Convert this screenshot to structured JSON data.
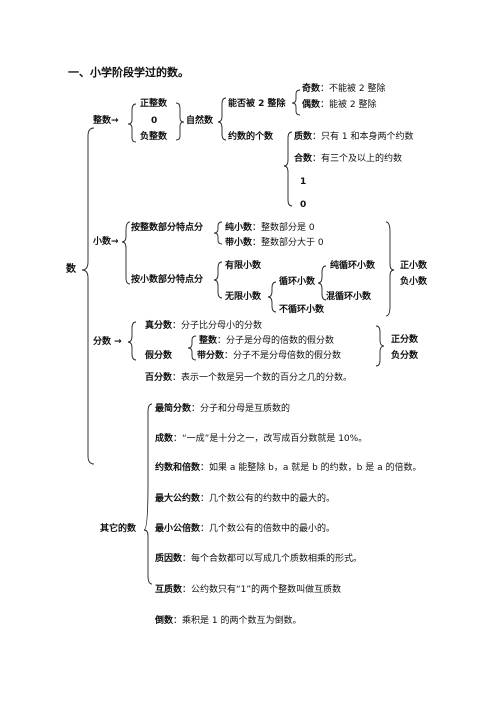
{
  "title": "一、小学阶段学过的数。",
  "root": "数",
  "integers": {
    "label": "整数",
    "positive": "正整数",
    "zero": "0",
    "negative": "负整数",
    "natural": "自然数",
    "div2": "能否被 2 整除",
    "odd_label": "奇数",
    "odd_desc": "：不能被 2 整除",
    "even_label": "偶数",
    "even_desc": "：能被 2 整除",
    "factor_count": "约数的个数",
    "prime_label": "质数",
    "prime_desc": "：只有 1 和本身两个约数",
    "composite_label": "合数",
    "composite_desc": "：有三个及以上的约数",
    "one": "1",
    "zero2": "0"
  },
  "decimals": {
    "label": "小数",
    "by_int_part": "按整数部分特点分",
    "pure_label": "纯小数",
    "pure_desc": "：整数部分是 0",
    "mixed_label": "带小数",
    "mixed_desc": "：整数部分大于 0",
    "by_dec_part": "按小数部分特点分",
    "finite": "有限小数",
    "infinite": "无限小数",
    "recurring": "循环小数",
    "pure_recurring": "纯循环小数",
    "mixed_recurring": "混循环小数",
    "nonrecurring": "不循环小数",
    "positive": "正小数",
    "negative": "负小数"
  },
  "fractions": {
    "label": "分数",
    "proper_label": "真分数",
    "proper_desc": "：分子比分母小的分数",
    "improper": "假分数",
    "whole_label": "整数",
    "whole_desc": "：分子是分母的倍数的假分数",
    "mixed_label": "带分数",
    "mixed_desc": "：分子不是分母倍数的假分数",
    "positive": "正分数",
    "negative": "负分数",
    "percent_label": "百分数",
    "percent_desc": "：表示一个数是另一个数的百分之几的分数。"
  },
  "others": {
    "label": "其它的数",
    "items": [
      {
        "term": "最简分数",
        "desc": "：分子和分母是互质数的"
      },
      {
        "term": "成数",
        "desc": "：“一成”是十分之一，改写成百分数就是 10%。"
      },
      {
        "term": "约数和倍数",
        "desc": "：如果 a 能整除 b，a 就是 b 的约数，b 是 a 的倍数。"
      },
      {
        "term": "最大公约数",
        "desc": "：几个数公有的约数中的最大的。"
      },
      {
        "term": "最小公倍数",
        "desc": "：几个数公有的倍数中的最小的。"
      },
      {
        "term": "质因数",
        "desc": "：每个合数都可以写成几个质数相乘的形式。"
      },
      {
        "term": "互质数",
        "desc": "：公约数只有“1”的两个整数叫做互质数"
      },
      {
        "term": "倒数",
        "desc": "：乘积是 1 的两个数互为倒数。"
      }
    ]
  }
}
